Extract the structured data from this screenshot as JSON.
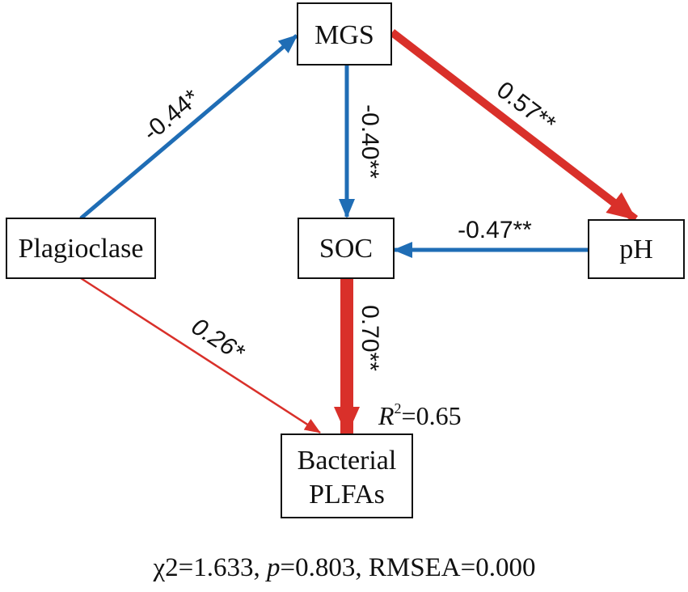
{
  "colors": {
    "positive": "#d9302a",
    "negative": "#1f6db5",
    "text": "#111111"
  },
  "nodes": {
    "mgs": "MGS",
    "plagioclase": "Plagioclase",
    "soc": "SOC",
    "ph": "pH",
    "bacterial": {
      "line1": "Bacterial",
      "line2": "PLFAs"
    }
  },
  "paths": [
    {
      "from": "Plagioclase",
      "to": "MGS",
      "coefficient": "-0.44*",
      "sign": "negative"
    },
    {
      "from": "MGS",
      "to": "SOC",
      "coefficient": "-0.40**",
      "sign": "negative"
    },
    {
      "from": "MGS",
      "to": "pH",
      "coefficient": "0.57**",
      "sign": "positive"
    },
    {
      "from": "pH",
      "to": "SOC",
      "coefficient": "-0.47**",
      "sign": "negative"
    },
    {
      "from": "SOC",
      "to": "Bacterial PLFAs",
      "coefficient": "0.70**",
      "sign": "positive"
    },
    {
      "from": "Plagioclase",
      "to": "Bacterial PLFAs",
      "coefficient": "0.26*",
      "sign": "positive"
    }
  ],
  "r_squared": {
    "symbol": "R",
    "superscript": "2",
    "value": "=0.65"
  },
  "fit": {
    "chi_label": "χ2=1.633, ",
    "p_symbol": "p",
    "p_value": "=0.803, RMSEA=0.000"
  }
}
